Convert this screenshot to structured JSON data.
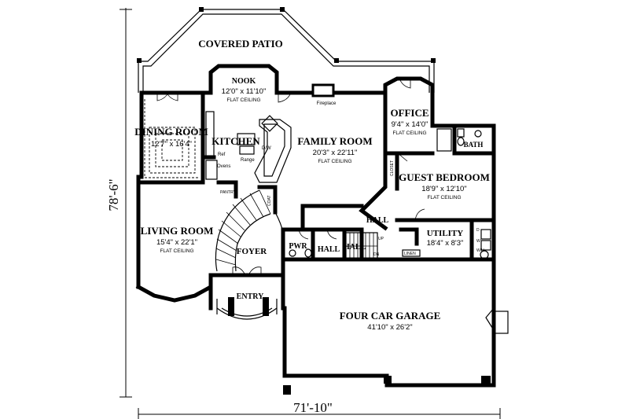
{
  "dimensions": {
    "width": "71'-10\"",
    "depth": "78'-6\""
  },
  "rooms": {
    "covered_patio": {
      "name": "COVERED PATIO"
    },
    "nook": {
      "name": "NOOK",
      "size": "12'0\" x 11'10\"",
      "note": "FLAT CEILING"
    },
    "dining_room": {
      "name": "DINING ROOM",
      "size": "12'7\" x 16'4\""
    },
    "kitchen": {
      "name": "KITCHEN"
    },
    "family_room": {
      "name": "FAMILY ROOM",
      "size": "20'3\" x 22'11\"",
      "note": "FLAT CEILING"
    },
    "office": {
      "name": "OFFICE",
      "size": "9'4\" x 14'0\"",
      "note": "FLAT CEILING"
    },
    "bath": {
      "name": "BATH"
    },
    "guest_bedroom": {
      "name": "GUEST BEDROOM",
      "size": "18'9\" x 12'10\"",
      "note": "FLAT CEILING"
    },
    "living_room": {
      "name": "LIVING ROOM",
      "size": "15'4\" x 22'1\"",
      "note": "FLAT CEILING"
    },
    "foyer": {
      "name": "FOYER"
    },
    "entry": {
      "name": "ENTRY"
    },
    "pwr": {
      "name": "PWR"
    },
    "hall_1": {
      "name": "HALL"
    },
    "hall_2": {
      "name": "HALL"
    },
    "hall_3": {
      "name": "HALL"
    },
    "utility": {
      "name": "UTILITY",
      "size": "18'4\" x 8'3\""
    },
    "garage": {
      "name": "FOUR CAR GARAGE",
      "size": "41'10\" x 26'2\""
    }
  },
  "fixtures": {
    "fireplace": "Fireplace",
    "dw": "D/W",
    "ref": "Ref",
    "range": "Range",
    "ovens": "Ovens",
    "pantry": "PANTRY",
    "coat": "COAT",
    "closet": "CLOSET",
    "linen": "LINEN",
    "up": "UP",
    "dn": "DN",
    "dryer": "D",
    "washer": "W",
    "wh": "W/H"
  }
}
